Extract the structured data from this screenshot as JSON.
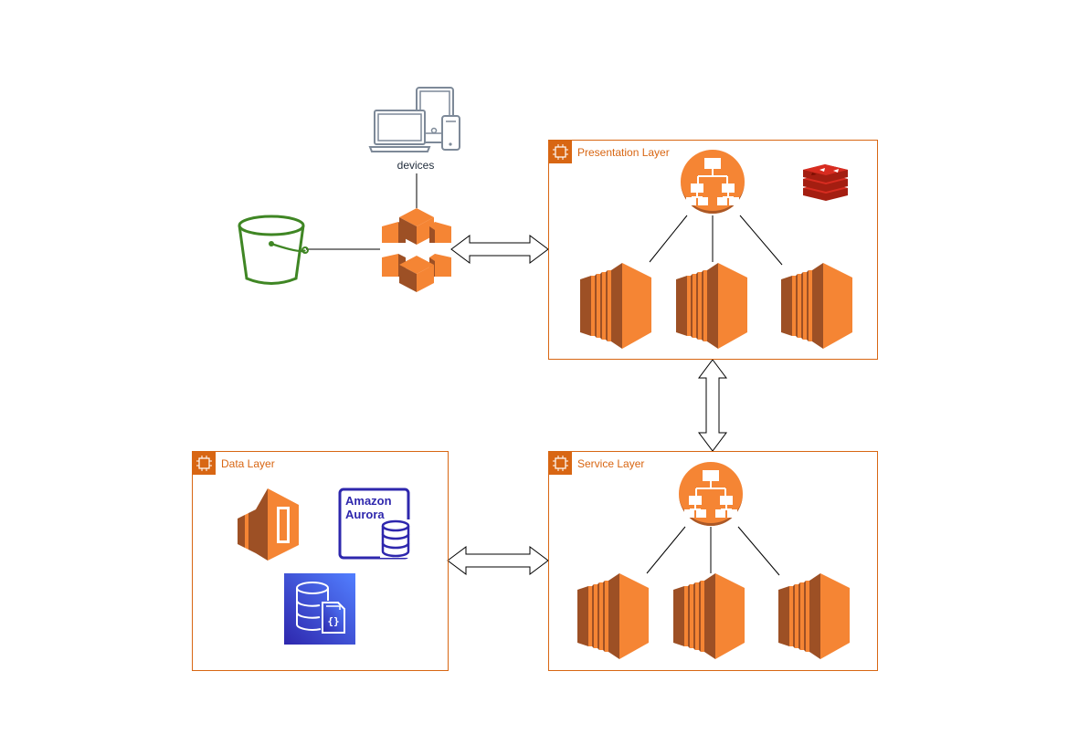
{
  "colors": {
    "group_border": "#D86613",
    "aws_orange": "#F58534",
    "aws_orange_dark": "#9D5025",
    "aws_orange_mid": "#E05243",
    "s3_green": "#3F8624",
    "device_gray": "#7D8998",
    "aurora_blue": "#2E27AD",
    "dynamo_blue_top": "#4D72F3",
    "dynamo_blue_bottom": "#3334B9",
    "redis_red": "#D82C20",
    "line": "#000000"
  },
  "devices": {
    "label": "devices",
    "icon": "devices-icon"
  },
  "icons": {
    "s3": "s3-bucket-icon",
    "cloudfront": "cloudfront-icon",
    "load_balancer": "load-balancer-icon",
    "ec2": "ec2-instance-icon",
    "redis": "redis-icon",
    "lambda": "lambda-icon",
    "aurora": "aurora-icon",
    "dynamodb": "dynamodb-icon"
  },
  "groups": {
    "presentation": {
      "title": "Presentation Layer"
    },
    "service": {
      "title": "Service Layer"
    },
    "data": {
      "title": "Data Layer"
    }
  },
  "aurora": {
    "line1": "Amazon",
    "line2": "Aurora"
  }
}
